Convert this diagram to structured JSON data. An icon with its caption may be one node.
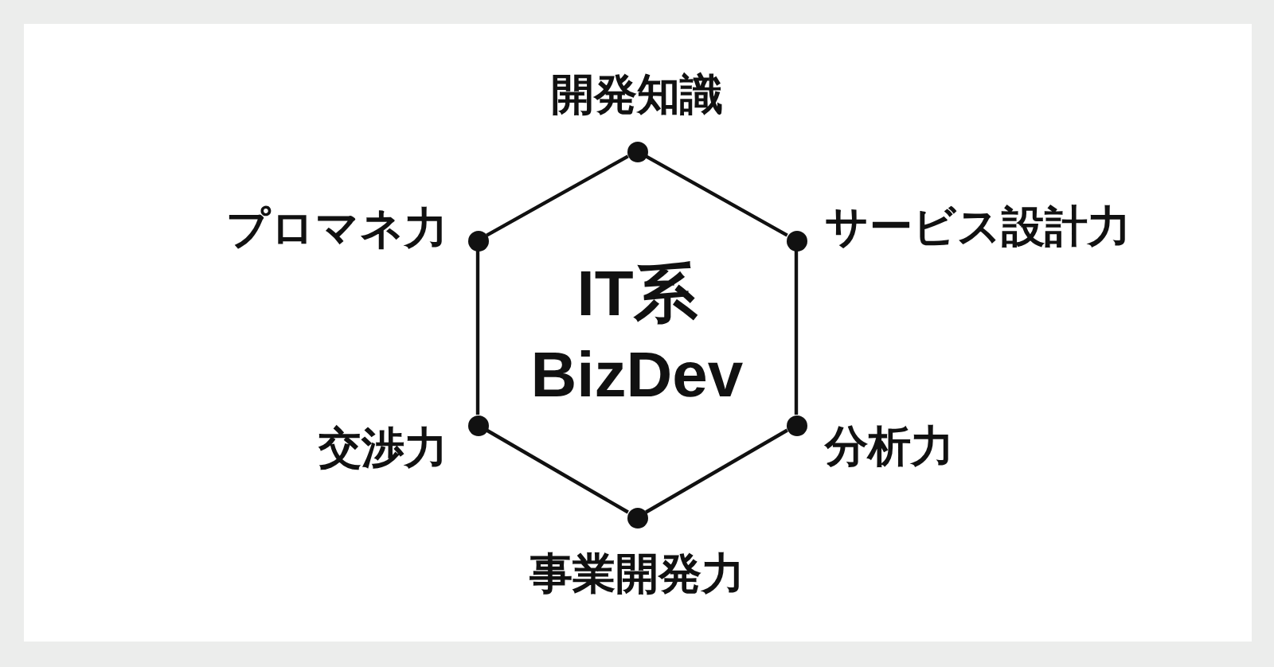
{
  "diagram": {
    "nodes": [
      {
        "text": [],
        "shape": "circle",
        "beside": [
          "開発知識"
        ]
      },
      {
        "text": [],
        "shape": "circle",
        "beside": [
          "プロマネ力"
        ]
      },
      {
        "text": [],
        "shape": "circle",
        "beside": [
          "サービス設計力"
        ]
      },
      {
        "text": [],
        "shape": "circle",
        "beside": [
          "交渉力"
        ]
      },
      {
        "text": [],
        "shape": "circle",
        "beside": [
          "分析力"
        ]
      },
      {
        "text": [],
        "shape": "circle",
        "beside": [
          "事業開発力"
        ]
      }
    ],
    "edges": [
      {
        "from": 0,
        "to": 2,
        "arrow": "none"
      },
      {
        "from": 2,
        "to": 4,
        "arrow": "none"
      },
      {
        "from": 4,
        "to": 5,
        "arrow": "none"
      },
      {
        "from": 5,
        "to": 3,
        "arrow": "none"
      },
      {
        "from": 3,
        "to": 1,
        "arrow": "none"
      },
      {
        "from": 1,
        "to": 0,
        "arrow": "none"
      }
    ],
    "labels": [
      "IT系BizDev"
    ]
  }
}
